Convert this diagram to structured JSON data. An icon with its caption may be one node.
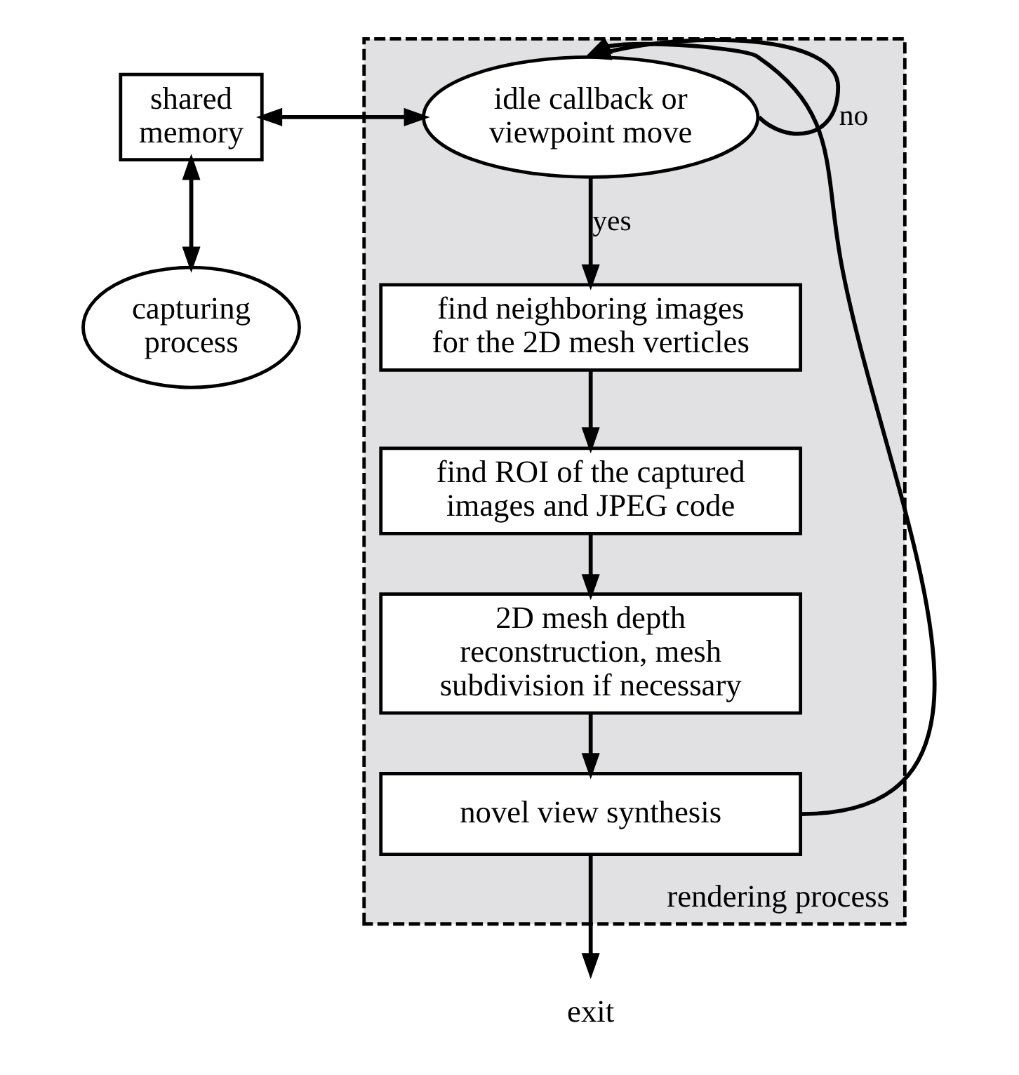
{
  "diagram": {
    "nodes": [
      {
        "text": [
          "rendering process"
        ]
      },
      {
        "text": [
          "shared memory"
        ]
      },
      {
        "text": [
          "capturing process"
        ]
      },
      {
        "text": [
          "idle callback or viewpoint move"
        ],
        "in": 0
      },
      {
        "text": [
          "find neighboring images for the 2D mesh verticles"
        ],
        "in": 0
      },
      {
        "text": [
          "find ROI of the captured images and JPEG code"
        ],
        "in": 0
      },
      {
        "text": [
          "2D mesh depth reconstruction, mesh subdivision if necessary"
        ],
        "in": 0
      },
      {
        "text": [
          "novel view synthesis"
        ],
        "in": 0
      },
      {
        "text": [
          "exit"
        ]
      }
    ],
    "edges": [
      {
        "from": 1,
        "to": 3,
        "arrow": "both"
      },
      {
        "from": 1,
        "to": 2,
        "arrow": "both"
      },
      {
        "from": 3,
        "to": 4,
        "arrow": "to",
        "label": "yes"
      },
      {
        "from": 3,
        "to": 3,
        "arrow": "to",
        "label": "no"
      },
      {
        "from": 4,
        "to": 5,
        "arrow": "to"
      },
      {
        "from": 5,
        "to": 6,
        "arrow": "to"
      },
      {
        "from": 6,
        "to": 7,
        "arrow": "to"
      },
      {
        "from": 7,
        "to": 3,
        "arrow": "to"
      },
      {
        "from": 7,
        "to": 8,
        "arrow": "to"
      }
    ]
  }
}
